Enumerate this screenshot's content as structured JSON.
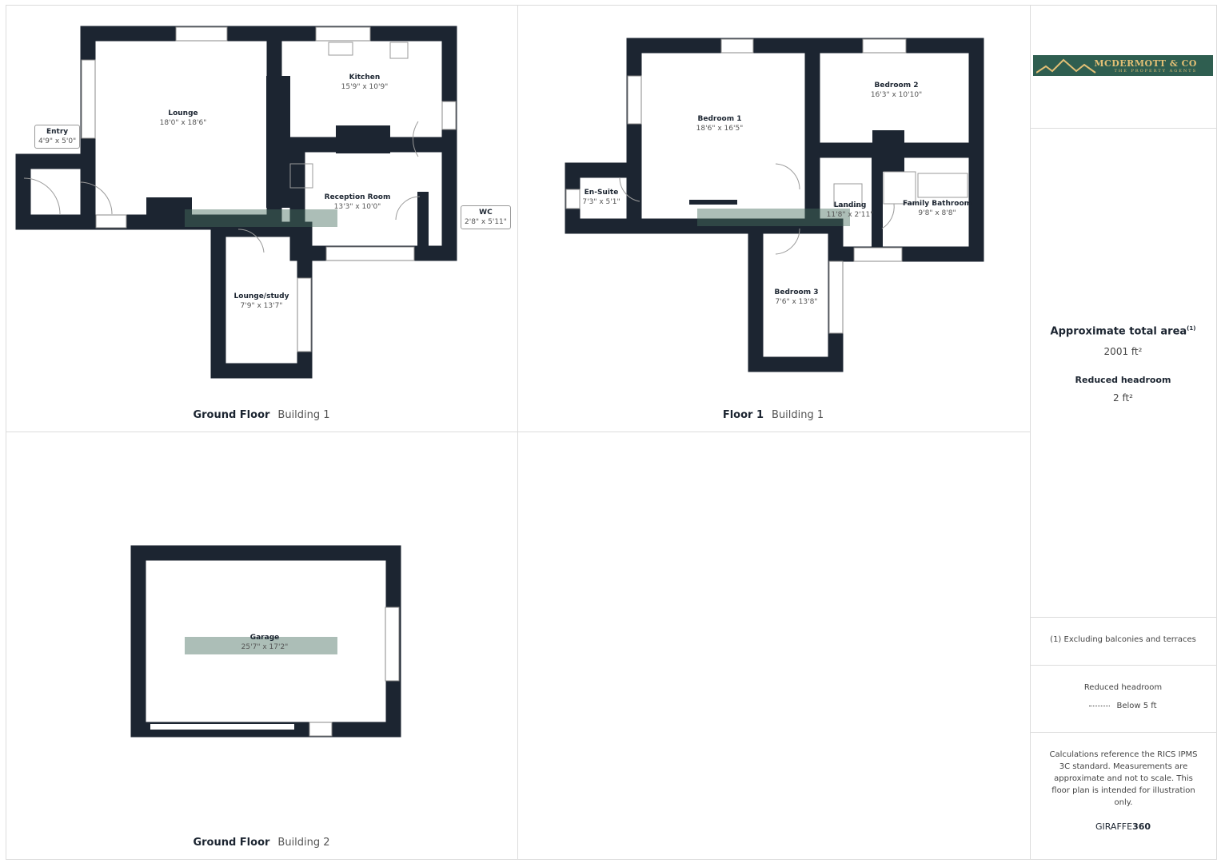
{
  "brand": {
    "name": "MCDERMOTT & CO",
    "tagline": "THE PROPERTY AGENTS",
    "colors": {
      "wall": "#1c2531",
      "logo_bg": "#2f5e50",
      "logo_text": "#e2bf75"
    }
  },
  "ground_floor_b1": {
    "title": "Ground Floor",
    "building": "Building 1",
    "rooms": [
      {
        "name": "Lounge",
        "dims": "18'0\" x 18'6\""
      },
      {
        "name": "Kitchen",
        "dims": "15'9\" x 10'9\""
      },
      {
        "name": "Reception Room",
        "dims": "13'3\" x 10'0\""
      },
      {
        "name": "Lounge/study",
        "dims": "7'9\" x 13'7\""
      },
      {
        "name": "Entry",
        "dims": "4'9\" x 5'0\""
      },
      {
        "name": "WC",
        "dims": "2'8\" x 5'11\""
      }
    ]
  },
  "floor1_b1": {
    "title": "Floor 1",
    "building": "Building 1",
    "rooms": [
      {
        "name": "Bedroom 1",
        "dims": "18'6\" x 16'5\""
      },
      {
        "name": "Bedroom 2",
        "dims": "16'3\" x 10'10\""
      },
      {
        "name": "En-Suite",
        "dims": "7'3\" x 5'1\""
      },
      {
        "name": "Landing",
        "dims": "11'8\" x 2'11\""
      },
      {
        "name": "Family Bathroom",
        "dims": "9'8\" x 8'8\""
      },
      {
        "name": "Bedroom 3",
        "dims": "7'6\" x 13'8\""
      }
    ]
  },
  "ground_floor_b2": {
    "title": "Ground Floor",
    "building": "Building 2",
    "rooms": [
      {
        "name": "Garage",
        "dims": "25'7\" x 17'2\""
      }
    ]
  },
  "summary": {
    "total_label": "Approximate total area",
    "total_sup": "(1)",
    "total_value": "2001 ft²",
    "reduced_label": "Reduced headroom",
    "reduced_value": "2 ft²",
    "footnote": "(1) Excluding balconies and terraces",
    "legend_title": "Reduced headroom",
    "legend_item": "Below 5 ft",
    "disclaimer": "Calculations reference the RICS IPMS 3C standard. Measurements are approximate and not to scale. This floor plan is intended for illustration only.",
    "credit_a": "GIRAFFE",
    "credit_b": "360"
  }
}
